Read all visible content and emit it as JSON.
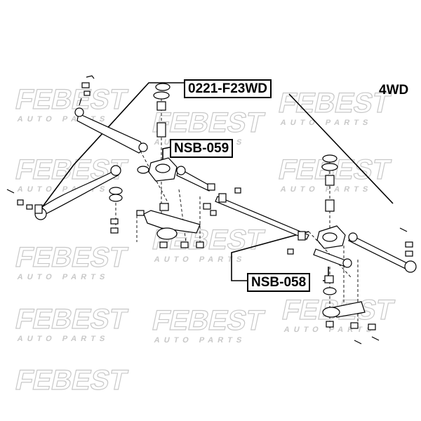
{
  "variant_label": "4WD",
  "callouts": {
    "main": "0221-F23WD",
    "upper": "NSB-059",
    "lower": "NSB-058"
  },
  "watermark": {
    "brand": "FEBEST",
    "tagline": "AUTO PARTS",
    "color": "#c8c8c8"
  },
  "colors": {
    "line": "#000000",
    "background": "#ffffff"
  }
}
